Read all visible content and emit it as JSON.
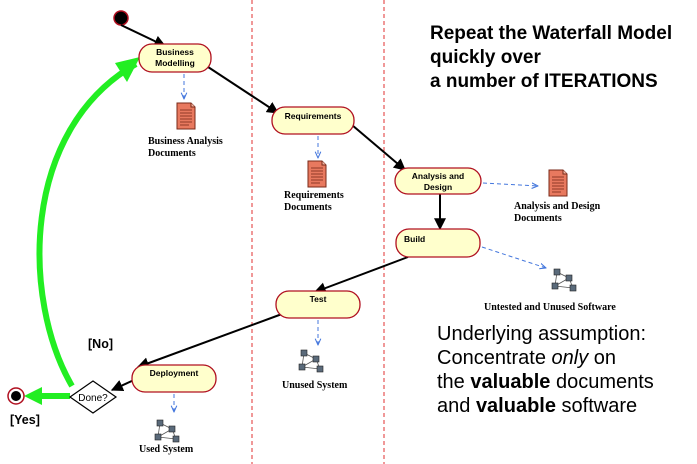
{
  "heading": {
    "line1": "Repeat the Waterfall Model",
    "line2": "quickly over",
    "line3": "a number of ITERATIONS"
  },
  "activities": {
    "business_modelling": {
      "line1": "Business",
      "line2": "Modelling"
    },
    "requirements": {
      "line1": "Requirements"
    },
    "analysis_design": {
      "line1": "Analysis and",
      "line2": "Design"
    },
    "build": {
      "line1": "Build"
    },
    "test": {
      "line1": "Test"
    },
    "deployment": {
      "line1": "Deployment"
    }
  },
  "artifacts": {
    "business_analysis": {
      "line1": "Business Analysis",
      "line2": "Documents"
    },
    "requirements_docs": {
      "line1": "Requirements",
      "line2": "Documents"
    },
    "analysis_design_docs": {
      "line1": "Analysis and Design",
      "line2": "Documents"
    },
    "untested_software": {
      "line1": "Untested and Unused Software"
    },
    "unused_system": {
      "line1": "Unused System"
    },
    "used_system": {
      "line1": "Used System"
    }
  },
  "decision": {
    "label": "Done?"
  },
  "guards": {
    "no": "[No]",
    "yes": "[Yes]"
  },
  "assumption": {
    "line1": "Underlying assumption:",
    "line2_prefix": "Concentrate ",
    "line2_emph": "only",
    "line2_suffix": " on",
    "line3_prefix": "the ",
    "line3_bold": "valuable",
    "line3_suffix": " documents",
    "line4_prefix": "and ",
    "line4_bold": "valuable",
    "line4_suffix": " software"
  },
  "colors": {
    "activity_fill": "#ffffcc",
    "activity_border": "#b01020",
    "iteration_arrow": "#22ee22",
    "swimlane_divider": "#e03030",
    "dependency": "#4477dd"
  }
}
